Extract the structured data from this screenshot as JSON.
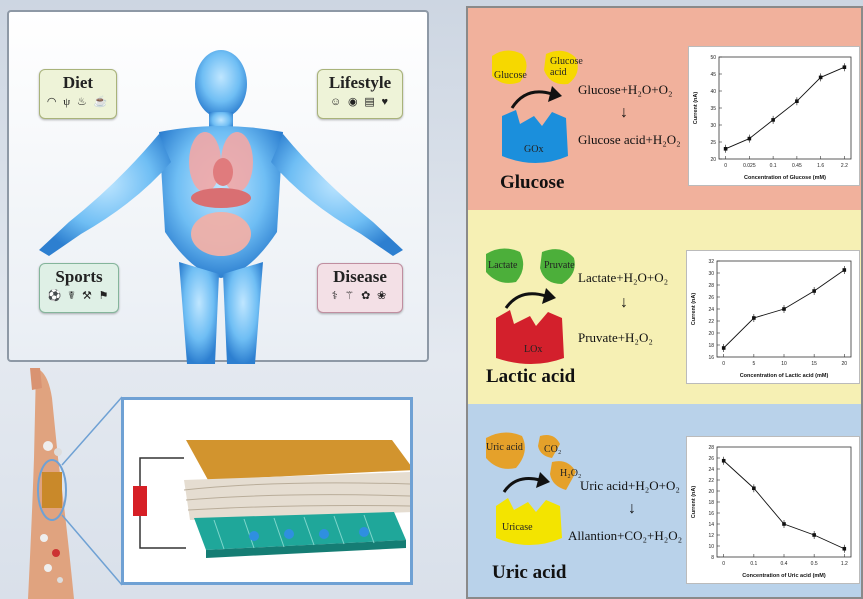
{
  "tags": {
    "diet": {
      "label": "Diet",
      "icons": "◠ ψ ♨ ☕"
    },
    "lifestyle": {
      "label": "Lifestyle",
      "icons": "☺ ◉ ▤ ♥"
    },
    "sports": {
      "label": "Sports",
      "icons": "⚽ ☤ ⚒ ⚑"
    },
    "disease": {
      "label": "Disease",
      "icons": "⚕ ⚚ ✿ ❀"
    }
  },
  "glucose": {
    "title": "Glucose",
    "substrate": "Glucose",
    "product": "Glucose acid",
    "enzyme": "GOx",
    "eq1": "Glucose+H₂O+O₂",
    "eq2": "Glucose acid+H₂O₂",
    "chart": {
      "xlabel": "Concentration of Glucose (mM)",
      "ylabel": "Current (nA)",
      "ticks_x": [
        "0",
        "0.025",
        "0.1",
        "0.45",
        "1.6",
        "2.2"
      ],
      "ticks_y": [
        "20",
        "25",
        "30",
        "35",
        "40",
        "45",
        "50"
      ]
    }
  },
  "lactic": {
    "title": "Lactic acid",
    "substrate": "Lactate",
    "product": "Pruvate",
    "enzyme": "LOx",
    "eq1": "Lactate+H₂O+O₂",
    "eq2": "Pruvate+H₂O₂",
    "chart": {
      "xlabel": "Concentration of Lactic acid (mM)",
      "ylabel": "Current (nA)",
      "ticks_x": [
        "0",
        "5",
        "10",
        "15",
        "20"
      ],
      "ticks_y": [
        "16",
        "18",
        "20",
        "22",
        "24",
        "26",
        "28",
        "30",
        "32"
      ]
    }
  },
  "uric": {
    "title": "Uric acid",
    "substrate": "Uric acid",
    "product1": "CO₂",
    "product2": "H₂O₂",
    "enzyme": "Uricase",
    "eq1": "Uric acid+H₂O+O₂",
    "eq2": "Allantion+CO₂+H₂O₂",
    "chart": {
      "xlabel": "Concentration of Uric acid (mM)",
      "ylabel": "Current (nA)",
      "ticks_x": [
        "0",
        "0.1",
        "0.4",
        "0.5",
        "1.2"
      ],
      "ticks_y": [
        "8",
        "10",
        "12",
        "14",
        "16",
        "18",
        "20",
        "22",
        "24",
        "26",
        "28"
      ]
    }
  },
  "chart_data": [
    {
      "type": "line",
      "xlabel": "Concentration of Glucose (mM)",
      "ylabel": "Current (nA)",
      "categories": [
        "0",
        "0.025",
        "0.1",
        "0.45",
        "1.6",
        "2.2"
      ],
      "values": [
        23,
        26,
        31.5,
        37,
        44,
        47
      ],
      "ylim": [
        20,
        50
      ]
    },
    {
      "type": "line",
      "xlabel": "Concentration of Lactic acid (mM)",
      "ylabel": "Current (nA)",
      "x": [
        0,
        5,
        10,
        15,
        20
      ],
      "values": [
        17.5,
        22.5,
        24,
        27,
        30.5
      ],
      "ylim": [
        16,
        32
      ]
    },
    {
      "type": "line",
      "xlabel": "Concentration of Uric acid (mM)",
      "ylabel": "Current (nA)",
      "categories": [
        "0",
        "0.1",
        "0.4",
        "0.5",
        "1.2"
      ],
      "values": [
        25.5,
        20.5,
        14,
        12,
        9.5
      ],
      "ylim": [
        8,
        28
      ]
    }
  ]
}
